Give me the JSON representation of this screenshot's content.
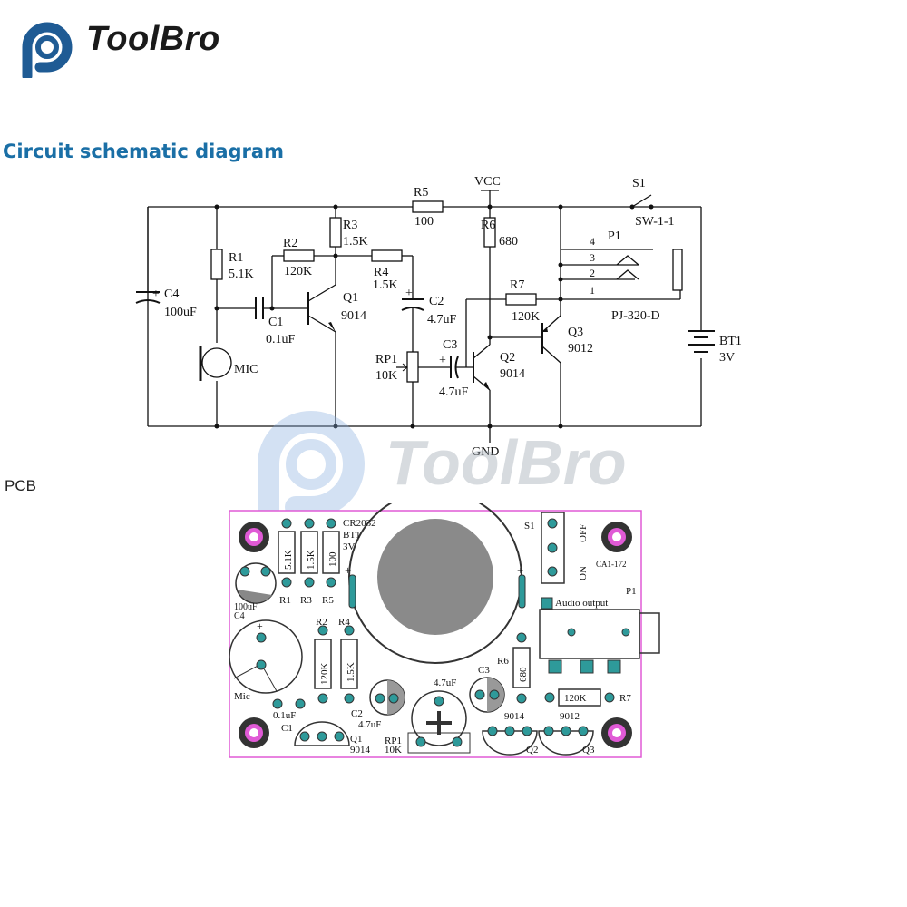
{
  "brand": {
    "name": "ToolBro"
  },
  "schematic": {
    "title": "Circuit schematic diagram",
    "labels": {
      "vcc": "VCC",
      "gnd": "GND",
      "r1": "R1",
      "r1v": "5.1K",
      "r2": "R2",
      "r2v": "120K",
      "r3": "R3",
      "r3v": "1.5K",
      "r4": "R4",
      "r4v": "1.5K",
      "r5": "R5",
      "r5v": "100",
      "r6": "R6",
      "r6v": "680",
      "r7": "R7",
      "r7v": "120K",
      "c1": "C1",
      "c1v": "0.1uF",
      "c2": "C2",
      "c2v": "4.7uF",
      "c3": "C3",
      "c3v": "4.7uF",
      "c4": "C4",
      "c4v": "100uF",
      "q1": "Q1",
      "q1v": "9014",
      "q2": "Q2",
      "q2v": "9014",
      "q3": "Q3",
      "q3v": "9012",
      "rp1": "RP1",
      "rp1v": "10K",
      "mic": "MIC",
      "s1": "S1",
      "s1v": "SW-1-1",
      "p1": "P1",
      "p1v": "PJ-320-D",
      "bt1": "BT1",
      "bt1v": "3V",
      "pin1": "1",
      "pin2": "2",
      "pin3": "3",
      "pin4": "4",
      "plus": "+"
    }
  },
  "pcb": {
    "heading": "PCB",
    "labels": {
      "cr2032": "CR2032",
      "bt1": "BT1",
      "v3": "3V",
      "r1v": "5.1K",
      "r3v": "1.5K",
      "r5v": "100",
      "r1": "R1",
      "r3": "R3",
      "r5": "R5",
      "c4v": "100uF",
      "c4": "C4",
      "r2": "R2",
      "r4": "R4",
      "r2v": "120K",
      "r4v": "1.5K",
      "mic": "Mic",
      "c1v": "0.1uF",
      "c1": "C1",
      "c2": "C2",
      "c2v": "4.7uF",
      "q1": "Q1",
      "q1v": "9014",
      "rp1": "RP1",
      "rp1v": "10K",
      "c3v": "4.7uF",
      "c3": "C3",
      "r6": "R6",
      "r6v": "680",
      "r7v": "120K",
      "r7": "R7",
      "q2v": "9014",
      "q3v": "9012",
      "q2": "Q2",
      "q3": "Q3",
      "s1": "S1",
      "off": "OFF",
      "on": "ON",
      "ca": "CA1-172",
      "p1": "P1",
      "audio": "Audio output",
      "plus": "+"
    }
  },
  "watermark": {
    "text": "ToolBro"
  },
  "colors": {
    "brand_blue": "#1f5b94",
    "title_blue": "#1a6fa6",
    "pcb_outline": "#e05ad6",
    "pad_teal": "#2e9a9a"
  }
}
